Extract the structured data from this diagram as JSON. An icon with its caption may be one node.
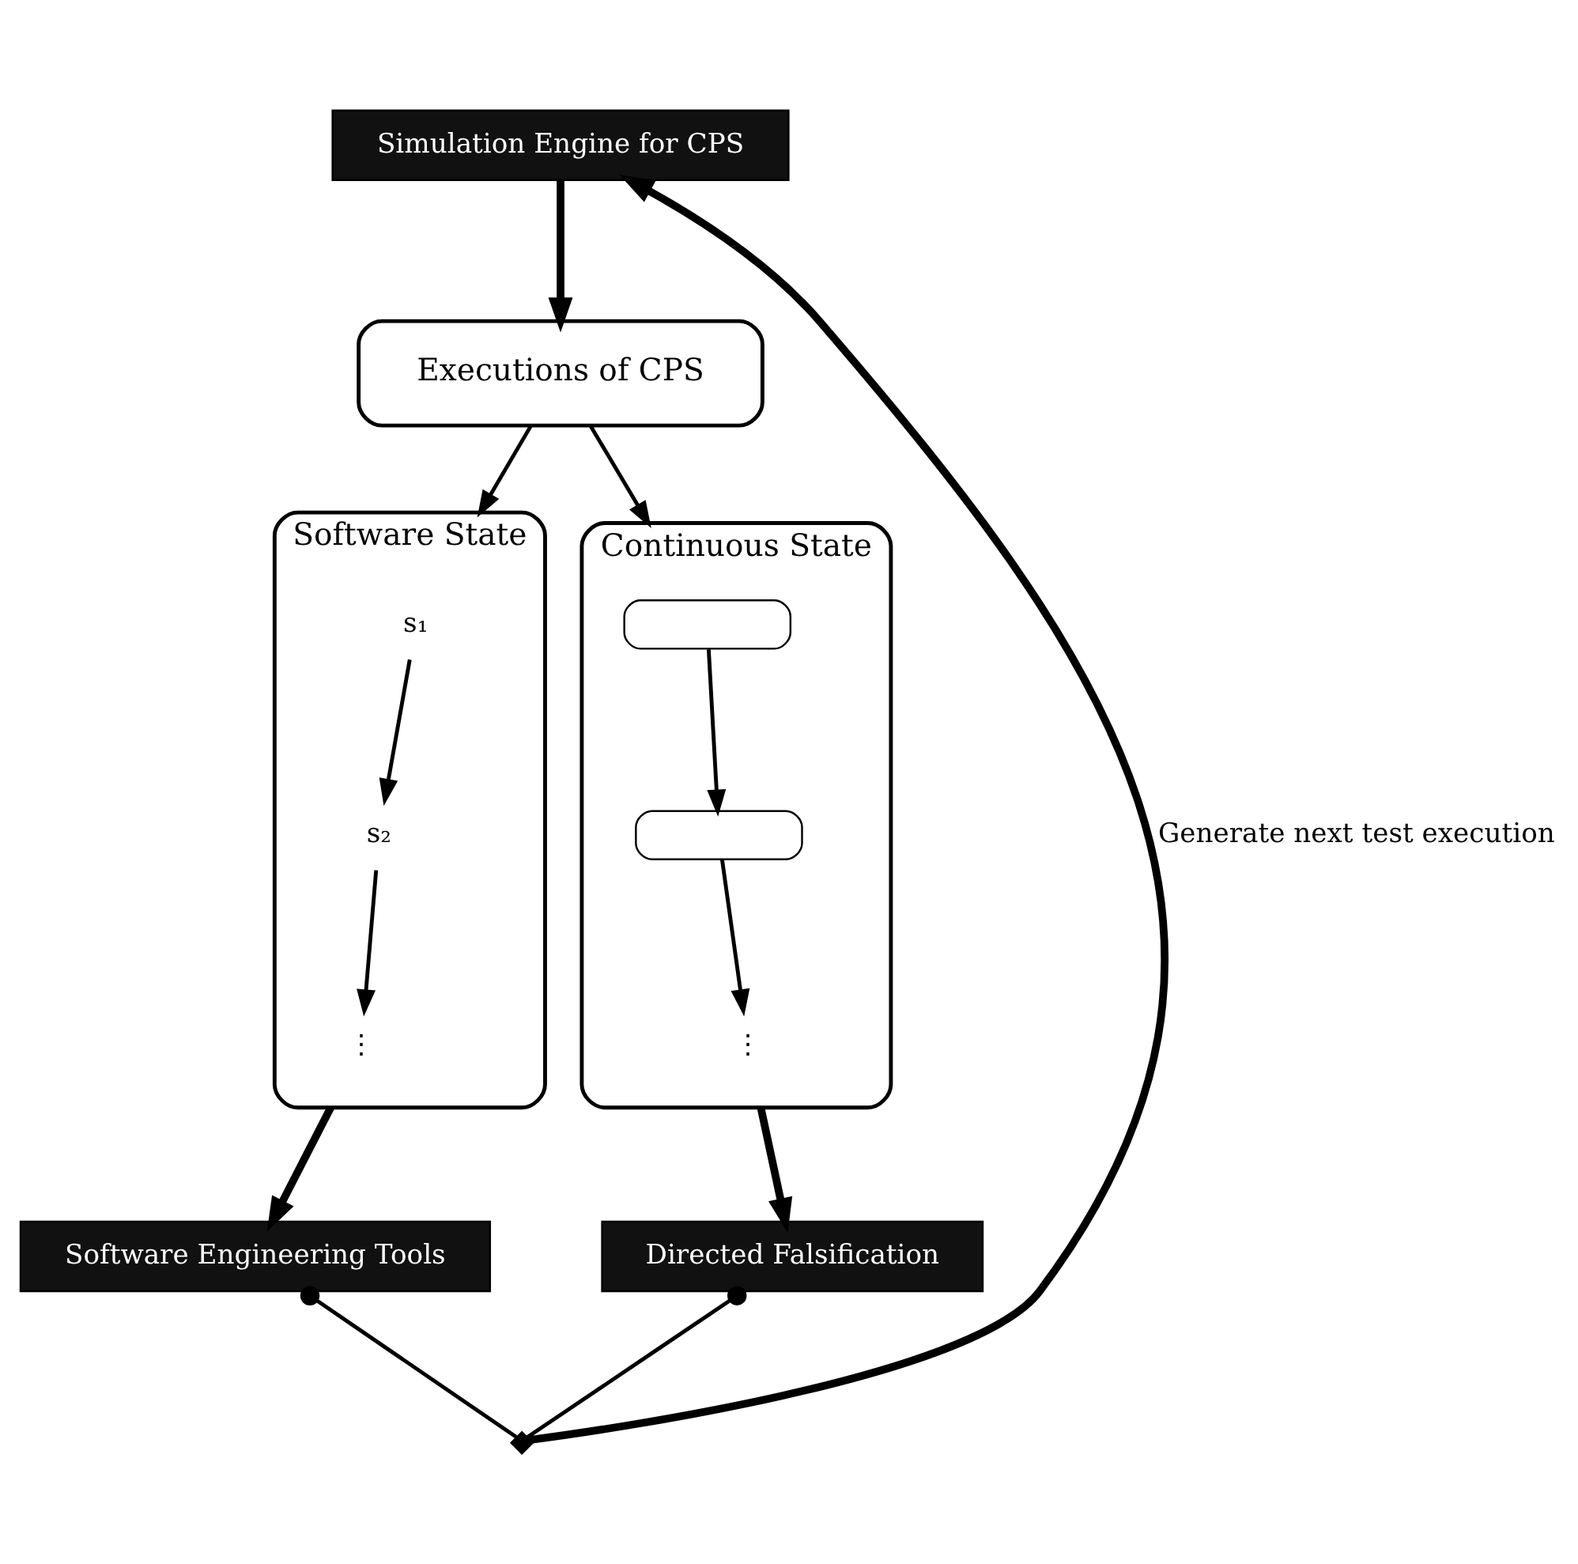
{
  "diagram": {
    "nodes": [
      {
        "text": [
          "Simulation Engine for CPS"
        ]
      },
      {
        "text": [
          "Executions of CPS"
        ]
      },
      {
        "text": [
          "Software State"
        ]
      },
      {
        "text": [
          "s₁"
        ],
        "in": 2
      },
      {
        "text": [
          "s₂"
        ],
        "in": 2
      },
      {
        "text": [
          "⋮"
        ],
        "in": 2
      },
      {
        "text": [
          "Continuous State"
        ]
      },
      {
        "text": [],
        "shape": "box",
        "in": 6
      },
      {
        "text": [],
        "shape": "box",
        "in": 6
      },
      {
        "text": [
          "⋮"
        ],
        "in": 6
      },
      {
        "text": [
          "Software Engineering Tools"
        ]
      },
      {
        "text": [
          "Directed Falsification"
        ]
      },
      {
        "text": [],
        "shape": "diamond"
      }
    ],
    "edges": [
      {
        "from": 0,
        "to": 1,
        "arrow": "to",
        "style": "thick"
      },
      {
        "from": 1,
        "to": 2,
        "arrow": "to"
      },
      {
        "from": 1,
        "to": 6,
        "arrow": "to"
      },
      {
        "from": 3,
        "to": 4,
        "arrow": "to"
      },
      {
        "from": 4,
        "to": 5,
        "arrow": "to"
      },
      {
        "from": 7,
        "to": 8,
        "arrow": "to"
      },
      {
        "from": 8,
        "to": 9,
        "arrow": "to"
      },
      {
        "from": 2,
        "to": 10,
        "arrow": "to",
        "style": "thick"
      },
      {
        "from": 6,
        "to": 11,
        "arrow": "to",
        "style": "thick"
      },
      {
        "from": 10,
        "to": 12,
        "arrow": "other"
      },
      {
        "from": 11,
        "to": 12,
        "arrow": "other"
      },
      {
        "from": 12,
        "to": 0,
        "arrow": "to",
        "label": "Generate next test execution",
        "style": "thick"
      }
    ]
  }
}
